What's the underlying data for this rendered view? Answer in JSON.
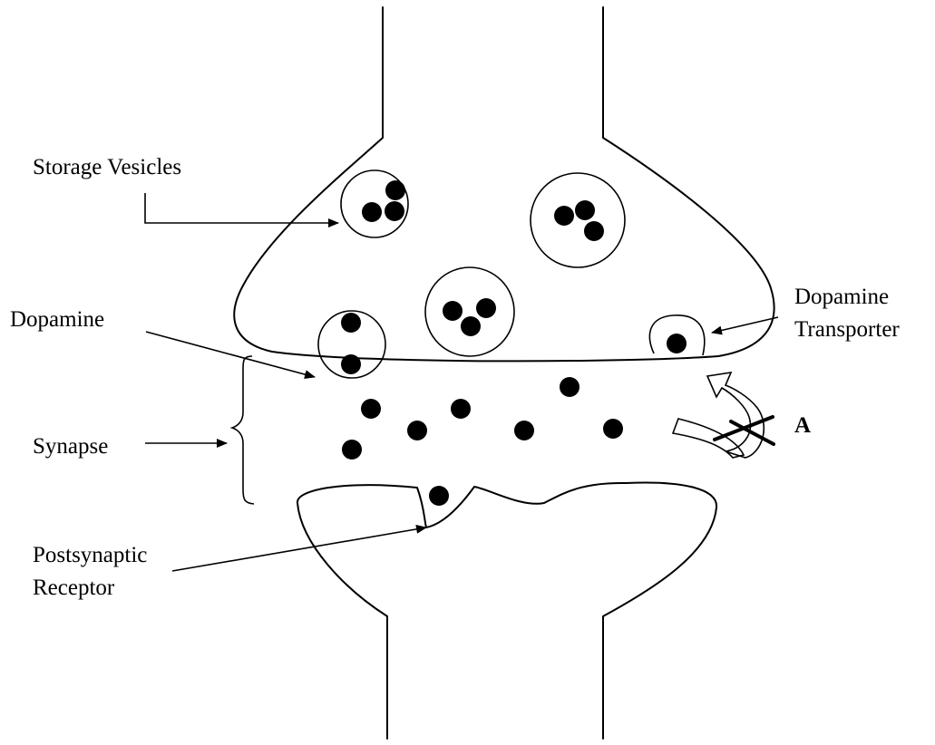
{
  "diagram": {
    "labels": {
      "storage_vesicles": "Storage Vesicles",
      "dopamine": "Dopamine",
      "dopamine_transporter_line1": "Dopamine",
      "dopamine_transporter_line2": "Transporter",
      "synapse": "Synapse",
      "postsynaptic_receptor_line1": "Postsynaptic",
      "postsynaptic_receptor_line2": "Receptor",
      "marker_a": "A"
    },
    "colors": {
      "stroke": "#000000",
      "molecule": "#000000",
      "blocker_fill": "#c8c8c8",
      "background": "#ffffff"
    }
  }
}
